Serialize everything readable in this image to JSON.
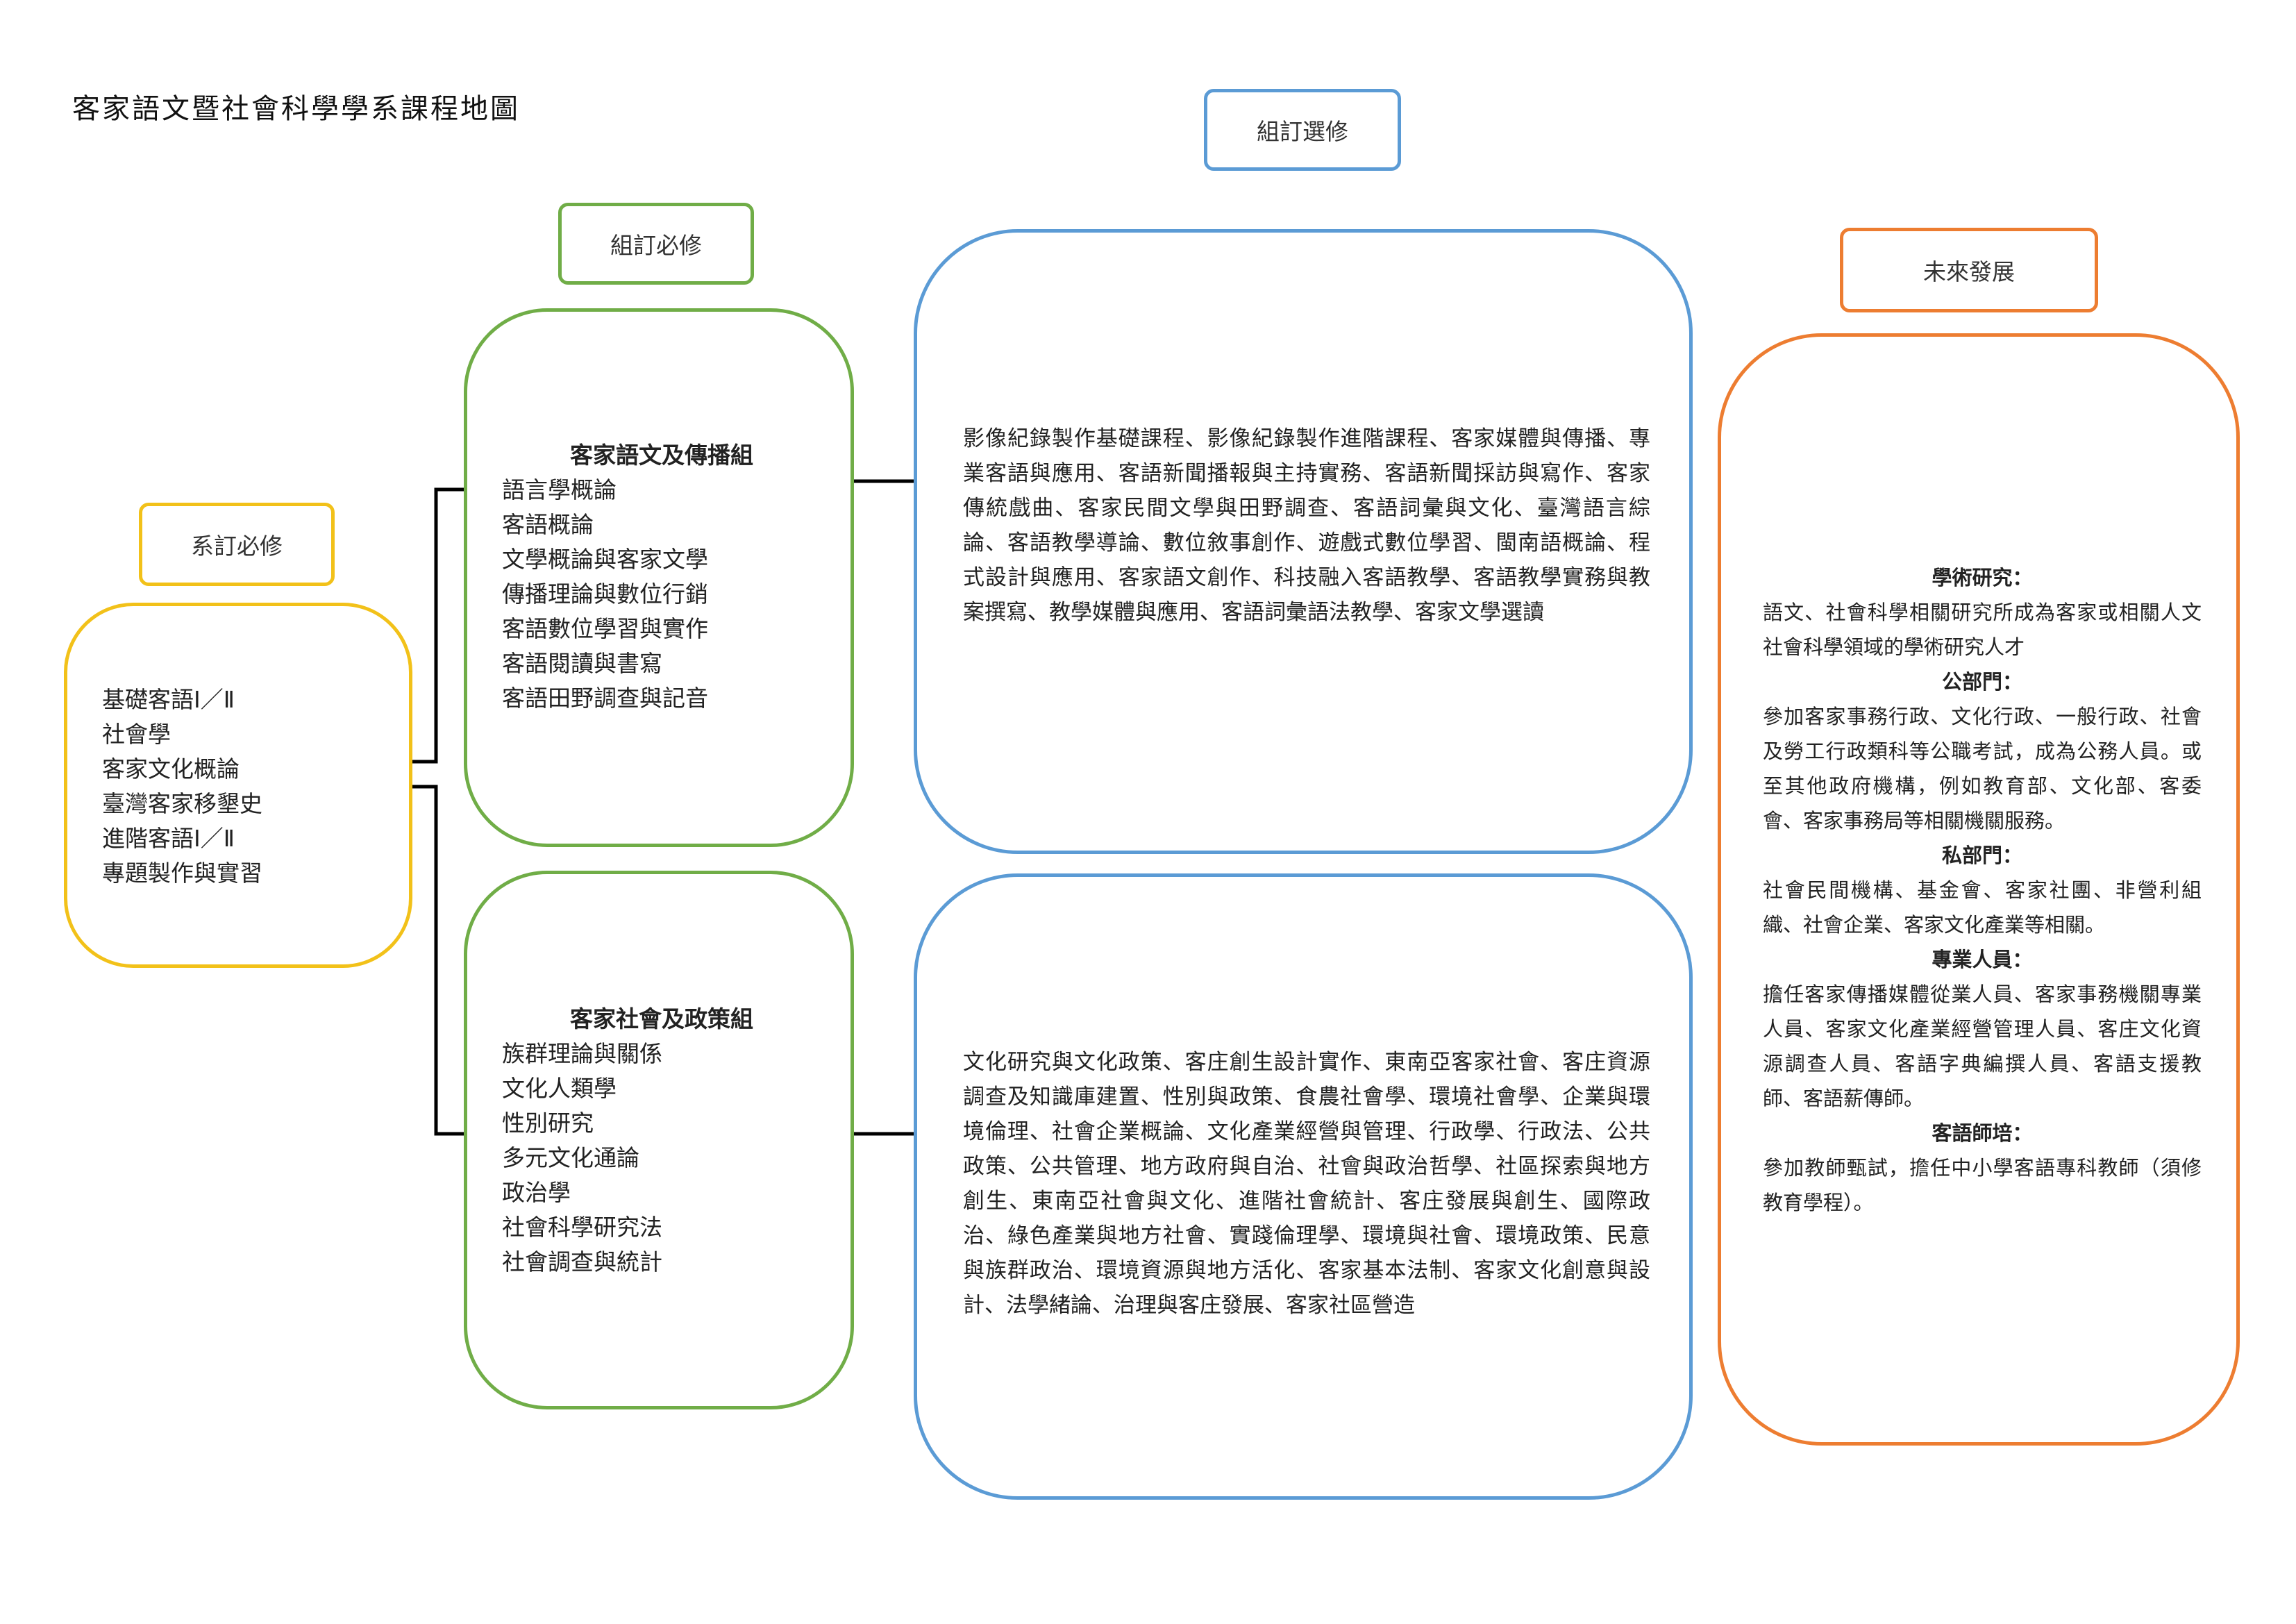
{
  "page_title": "客家語文暨社會科學學系課程地圖",
  "labels": {
    "dept_required": "系訂必修",
    "group_required": "組訂必修",
    "group_elective": "組訂選修",
    "future": "未來發展"
  },
  "dept_courses": [
    "基礎客語Ⅰ／Ⅱ",
    "社會學",
    "客家文化概論",
    "臺灣客家移墾史",
    "進階客語Ⅰ／Ⅱ",
    "專題製作與實習"
  ],
  "group_media": {
    "title": "客家語文及傳播組",
    "courses": [
      "語言學概論",
      "客語概論",
      "文學概論與客家文學",
      "傳播理論與數位行銷",
      "客語數位學習與實作",
      "客語閱讀與書寫",
      "客語田野調查與記音"
    ]
  },
  "group_policy": {
    "title": "客家社會及政策組",
    "courses": [
      "族群理論與關係",
      "文化人類學",
      "性別研究",
      "多元文化通論",
      "政治學",
      "社會科學研究法",
      "社會調查與統計"
    ]
  },
  "elective_media": "影像紀錄製作基礎課程、影像紀錄製作進階課程、客家媒體與傳播、專業客語與應用、客語新聞播報與主持實務、客語新聞採訪與寫作、客家傳統戲曲、客家民間文學與田野調查、客語詞彙與文化、臺灣語言綜論、客語教學導論、數位敘事創作、遊戲式數位學習、閩南語概論、程式設計與應用、客家語文創作、科技融入客語教學、客語教學實務與教案撰寫、教學媒體與應用、客語詞彙語法教學、客家文學選讀",
  "elective_policy": "文化研究與文化政策、客庄創生設計實作、東南亞客家社會、客庄資源調查及知識庫建置、性別與政策、食農社會學、環境社會學、企業與環境倫理、社會企業概論、文化產業經營與管理、行政學、行政法、公共政策、公共管理、地方政府與自治、社會與政治哲學、社區探索與地方創生、東南亞社會與文化、進階社會統計、客庄發展與創生、國際政治、綠色產業與地方社會、實踐倫理學、環境與社會、環境政策、民意與族群政治、環境資源與地方活化、客家基本法制、客家文化創意與設計、法學緒論、治理與客庄發展、客家社區營造",
  "future": [
    {
      "heading": "學術研究：",
      "body": "語文、社會科學相關研究所成為客家或相關人文社會科學領域的學術研究人才"
    },
    {
      "heading": "公部門：",
      "body": "參加客家事務行政、文化行政、一般行政、社會及勞工行政類科等公職考試，成為公務人員。或至其他政府機構，例如教育部、文化部、客委會、客家事務局等相關機關服務。"
    },
    {
      "heading": "私部門：",
      "body": "社會民間機構、基金會、客家社團、非營利組織、社會企業、客家文化產業等相關。"
    },
    {
      "heading": "專業人員：",
      "body": "擔任客家傳播媒體從業人員、客家事務機關專業人員、客家文化產業經營管理人員、客庄文化資源調查人員、客語字典編撰人員、客語支援教師、客語薪傳師。"
    },
    {
      "heading": "客語師培：",
      "body": "參加教師甄試，擔任中小學客語專科教師（須修教育學程）。"
    }
  ],
  "colors": {
    "dept": "#f2c119",
    "group": "#70ad47",
    "elective": "#5b9bd5",
    "future": "#ed7d31",
    "connector": "#000000"
  }
}
